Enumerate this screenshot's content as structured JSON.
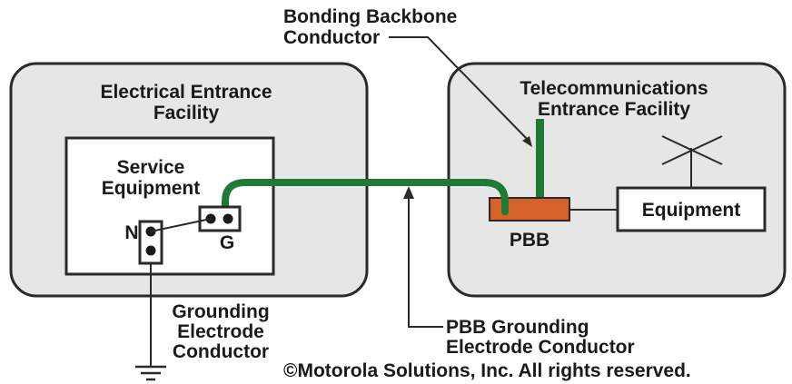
{
  "bonding_backbone": {
    "line1": "Bonding Backbone",
    "line2": "Conductor"
  },
  "electrical_facility": {
    "line1": "Electrical Entrance",
    "line2": "Facility"
  },
  "service_equipment": {
    "line1": "Service",
    "line2": "Equipment"
  },
  "terminals": {
    "neutral": "N",
    "ground": "G"
  },
  "telecom_facility": {
    "line1": "Telecommunications",
    "line2": "Entrance Facility"
  },
  "equipment_label": "Equipment",
  "pbb_label": "PBB",
  "grounding_electrode": {
    "line1": "Grounding",
    "line2": "Electrode",
    "line3": "Conductor"
  },
  "pbb_grounding": {
    "line1": "PBB Grounding",
    "line2": "Electrode Conductor"
  },
  "copyright": "©Motorola Solutions, Inc. All rights reserved.",
  "colors": {
    "conductor_green": "#1f7a34",
    "pbb_orange": "#d4622a",
    "facility_fill": "#e6e6e6",
    "outline": "#2a2a2a"
  },
  "icons": [
    "ground-symbol-icon",
    "antenna-icon"
  ]
}
